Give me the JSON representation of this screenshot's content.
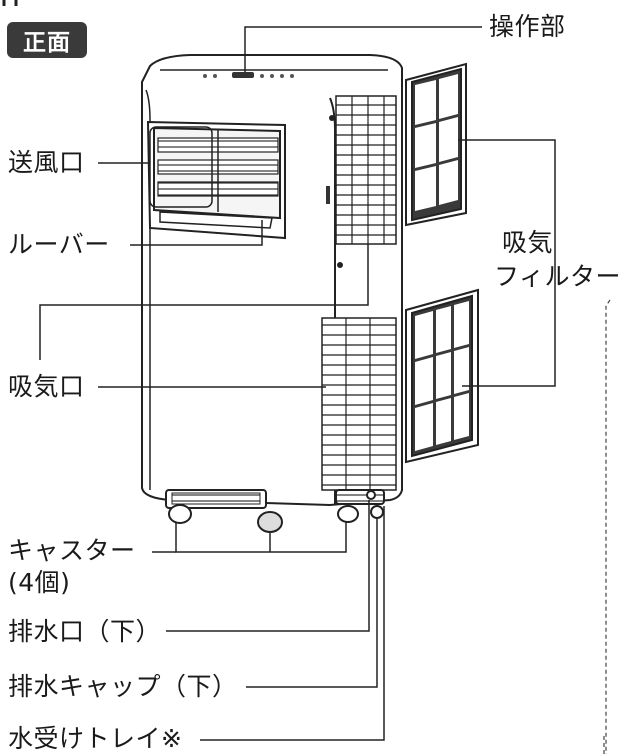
{
  "badge": "正面",
  "labels": {
    "control_panel": "操作部",
    "air_outlet": "送風口",
    "louver": "ルーバー",
    "intake_filter_line1": "吸気",
    "intake_filter_line2": "フィルター",
    "air_intake": "吸気口",
    "casters_line1": "キャスター",
    "casters_line2": "(4個)",
    "drain_lower": "排水口（下）",
    "drain_cap_lower": "排水キャップ（下）",
    "water_tray": "水受けトレイ※"
  }
}
